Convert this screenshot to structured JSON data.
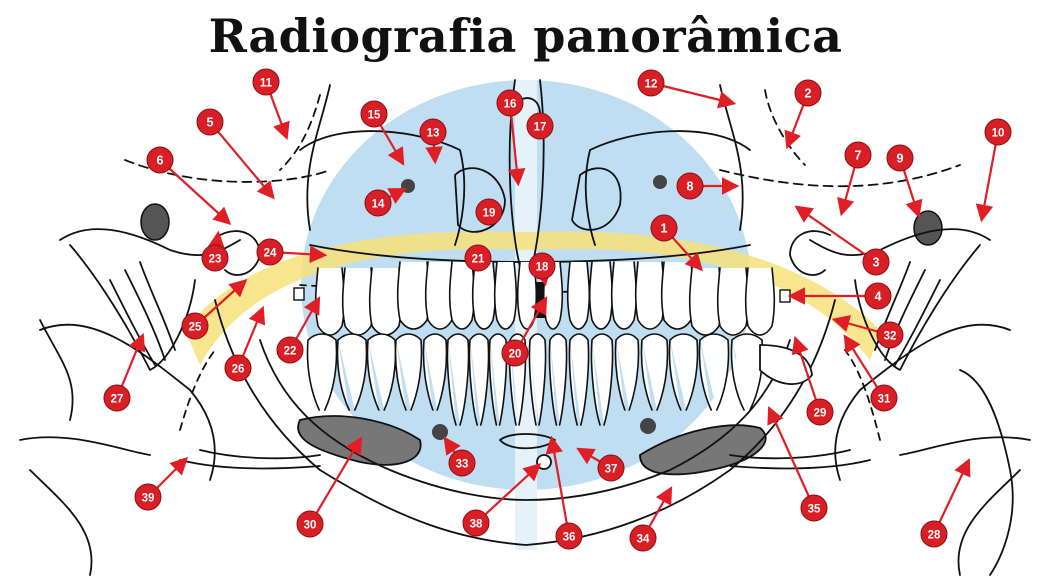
{
  "title": "Radiografia panorâmica",
  "colors": {
    "marker": "#d81f26",
    "marker_text": "#ffffff",
    "arrow": "#e01e26",
    "blue_zone": "#a9d3ec",
    "yellow_band": "#f7e27a",
    "dark_gray": "#777777",
    "line": "#111111"
  },
  "markers": [
    {
      "label": "1"
    },
    {
      "label": "2"
    },
    {
      "label": "3"
    },
    {
      "label": "4"
    },
    {
      "label": "5"
    },
    {
      "label": "6"
    },
    {
      "label": "7"
    },
    {
      "label": "8"
    },
    {
      "label": "9"
    },
    {
      "label": "10"
    },
    {
      "label": "11"
    },
    {
      "label": "12"
    },
    {
      "label": "13"
    },
    {
      "label": "14"
    },
    {
      "label": "15"
    },
    {
      "label": "16"
    },
    {
      "label": "17"
    },
    {
      "label": "18"
    },
    {
      "label": "19"
    },
    {
      "label": "20"
    },
    {
      "label": "21"
    },
    {
      "label": "22"
    },
    {
      "label": "23"
    },
    {
      "label": "24"
    },
    {
      "label": "25"
    },
    {
      "label": "26"
    },
    {
      "label": "27"
    },
    {
      "label": "28"
    },
    {
      "label": "29"
    },
    {
      "label": "30"
    },
    {
      "label": "31"
    },
    {
      "label": "32"
    },
    {
      "label": "33"
    },
    {
      "label": "34"
    },
    {
      "label": "35"
    },
    {
      "label": "36"
    },
    {
      "label": "37"
    },
    {
      "label": "38"
    },
    {
      "label": "39"
    }
  ]
}
